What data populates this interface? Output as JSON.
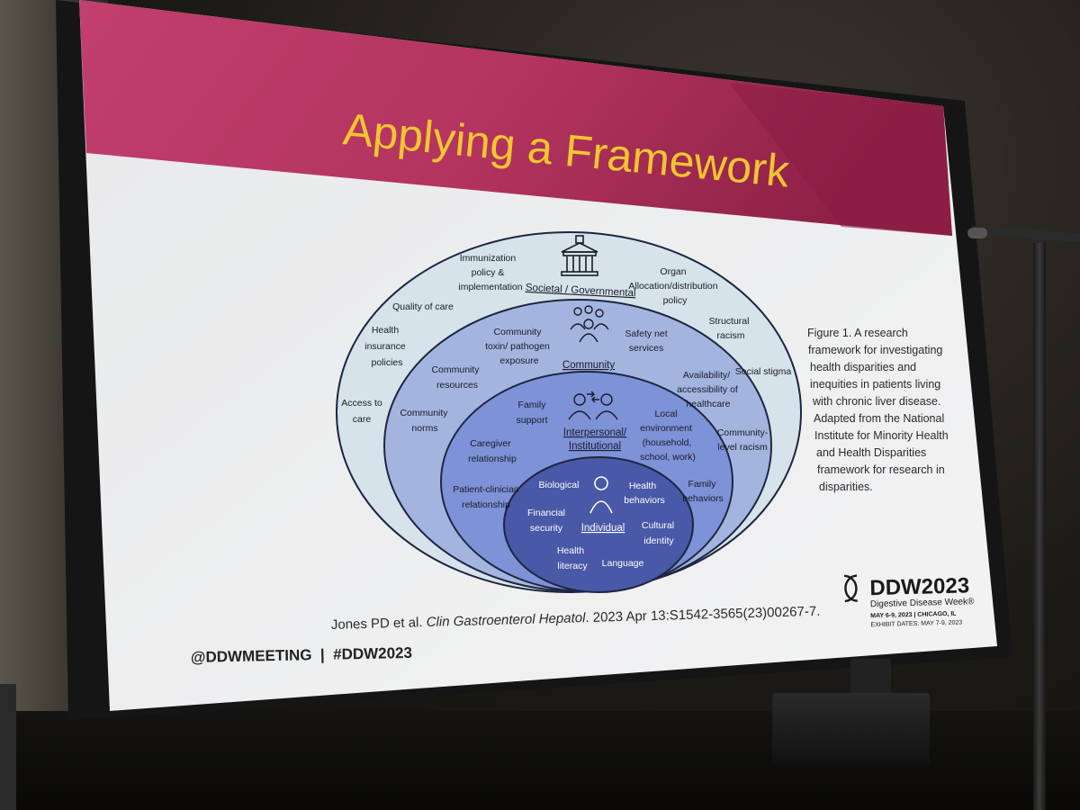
{
  "slide": {
    "title": "Applying a Framework",
    "colors": {
      "header_magenta": "#b3345f",
      "header_dark": "#8c1f45",
      "title_yellow": "#f2c531",
      "slide_bg": "#ecedef",
      "ring_outer": "#d4e2ea",
      "ring_community": "#9fb3dd",
      "ring_interpersonal": "#7b8fd6",
      "ring_individual": "#4a58a8"
    },
    "diagram": {
      "societal": {
        "label": "Societal / Governmental",
        "icon": "government-building-icon",
        "items": [
          [
            "Immunization",
            "policy &",
            "implementation"
          ],
          [
            "Organ",
            "Allocation/distribution",
            "policy"
          ],
          [
            "Quality of care"
          ],
          [
            "Structural",
            "racism"
          ],
          [
            "Health",
            "insurance",
            "policies"
          ],
          [
            "Social stigma"
          ],
          [
            "Access to",
            "care"
          ]
        ]
      },
      "community": {
        "label": "Community",
        "icon": "community-people-icon",
        "items": [
          [
            "Community",
            "toxin/ pathogen",
            "exposure"
          ],
          [
            "Safety net",
            "services"
          ],
          [
            "Community",
            "resources"
          ],
          [
            "Availability/",
            "accessibility of",
            "healthcare"
          ],
          [
            "Community",
            "norms"
          ],
          [
            "Community-",
            "level racism"
          ]
        ]
      },
      "interpersonal": {
        "label": [
          "Interpersonal/",
          "Institutional"
        ],
        "icon": "interpersonal-people-icon",
        "items": [
          [
            "Family",
            "support"
          ],
          [
            "Local",
            "environment",
            "(household,",
            "school, work)"
          ],
          [
            "Caregiver",
            "relationship"
          ],
          [
            "Patient-clinician",
            "relationship"
          ],
          [
            "Family",
            "behaviors"
          ]
        ]
      },
      "individual": {
        "label": "Individual",
        "icon": "person-icon",
        "items": [
          [
            "Biological"
          ],
          [
            "Health",
            "behaviors"
          ],
          [
            "Financial",
            "security"
          ],
          [
            "Cultural",
            "identity"
          ],
          [
            "Health",
            "literacy"
          ],
          [
            "Language"
          ]
        ]
      }
    },
    "caption": [
      "Figure 1. A research",
      "framework for investigating",
      "health disparities and",
      "inequities in patients living",
      "with chronic liver disease.",
      "Adapted from the National",
      "Institute for Minority Health",
      "and Health Disparities",
      "framework for research in",
      "disparities."
    ],
    "citation": {
      "authors": "Jones PD et al.",
      "journal": "Clin Gastroenterol Hepatol",
      "details": ". 2023 Apr 13:S1542-3565(23)00267-7."
    },
    "footer": {
      "social": "@DDWMEETING  |  #DDW2023"
    },
    "logo": {
      "brand": "DDW2023",
      "subtitle": "Digestive Disease Week®",
      "dates": "MAY 6-9, 2023 | CHICAGO, IL",
      "exhibit": "EXHIBIT DATES: MAY 7-9, 2023"
    }
  }
}
